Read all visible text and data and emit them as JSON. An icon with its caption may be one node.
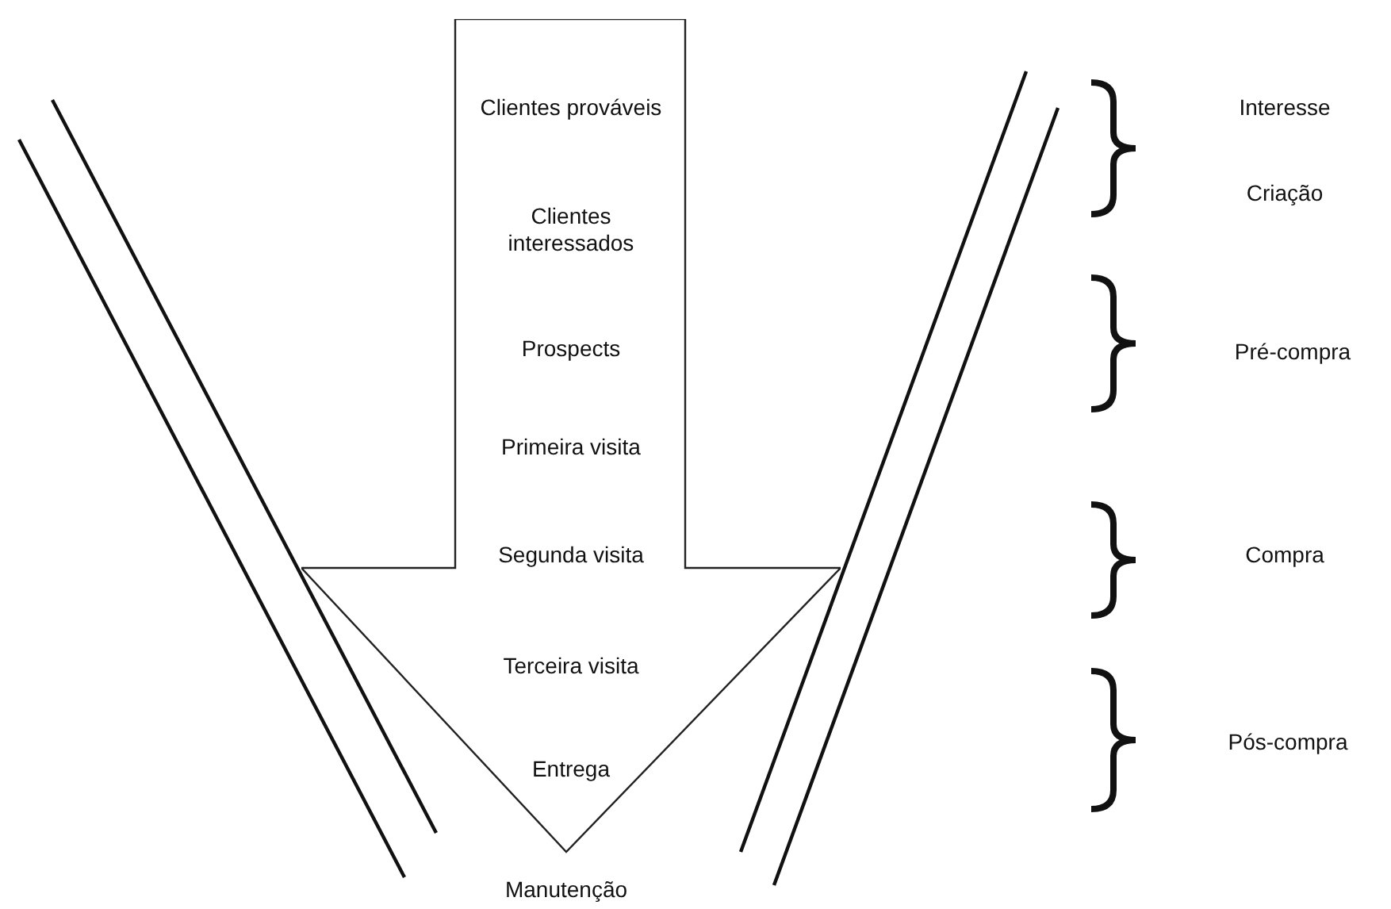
{
  "diagram": {
    "nodes": [
      {
        "text": [
          "Clientes prováveis",
          "Clientes interessados",
          "Prospects",
          "Primeira visita",
          "Segunda visita",
          "Terceira visita",
          "Entrega"
        ],
        "beside": [
          "Manutenção"
        ]
      }
    ],
    "labels": [
      "Interesse",
      "Criação",
      "Pré-compra",
      "Compra",
      "Pós-compra"
    ]
  }
}
